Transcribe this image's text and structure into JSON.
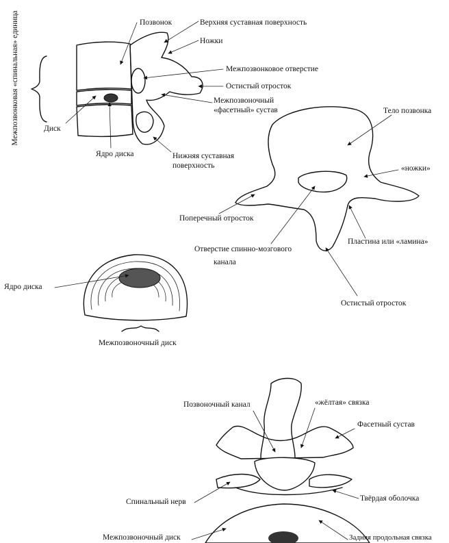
{
  "side_view": {
    "vertical_label": "Межпозвонковая «спинальная» единица",
    "labels": {
      "vertebra": "Позвонок",
      "superior_articular": "Верхняя суставная поверхность",
      "pedicles": "Ножки",
      "foramen": "Межпозвонковое отверстие",
      "spinous": "Остистый отросток",
      "facet_joint_1": "Межпозвоночный",
      "facet_joint_2": "«фасетный» сустав",
      "disc": "Диск",
      "nucleus": "Ядро диска",
      "inferior_articular_1": "Нижняя суставная",
      "inferior_articular_2": "поверхность"
    }
  },
  "top_view": {
    "labels": {
      "body": "Тело позвонка",
      "pedicles": "«ножки»",
      "transverse": "Поперечный отросток",
      "lamina": "Пластина или «ламина»",
      "canal_1": "Отверстие спинно-мозгового",
      "canal_2": "канала",
      "spinous": "Остистый отросток"
    }
  },
  "disc_view": {
    "labels": {
      "nucleus": "Ядро диска",
      "disc": "Межпозвоночный диск"
    }
  },
  "cross_section": {
    "labels": {
      "canal": "Позвоночный канал",
      "ligament": "«жёлтая» связка",
      "facet": "Фасетный сустав",
      "nerve": "Спинальный нерв",
      "dura": "Твёрдая оболочка",
      "disc": "Межпозвоночный диск",
      "posterior_ligament": "Задняя продольная связка"
    }
  }
}
